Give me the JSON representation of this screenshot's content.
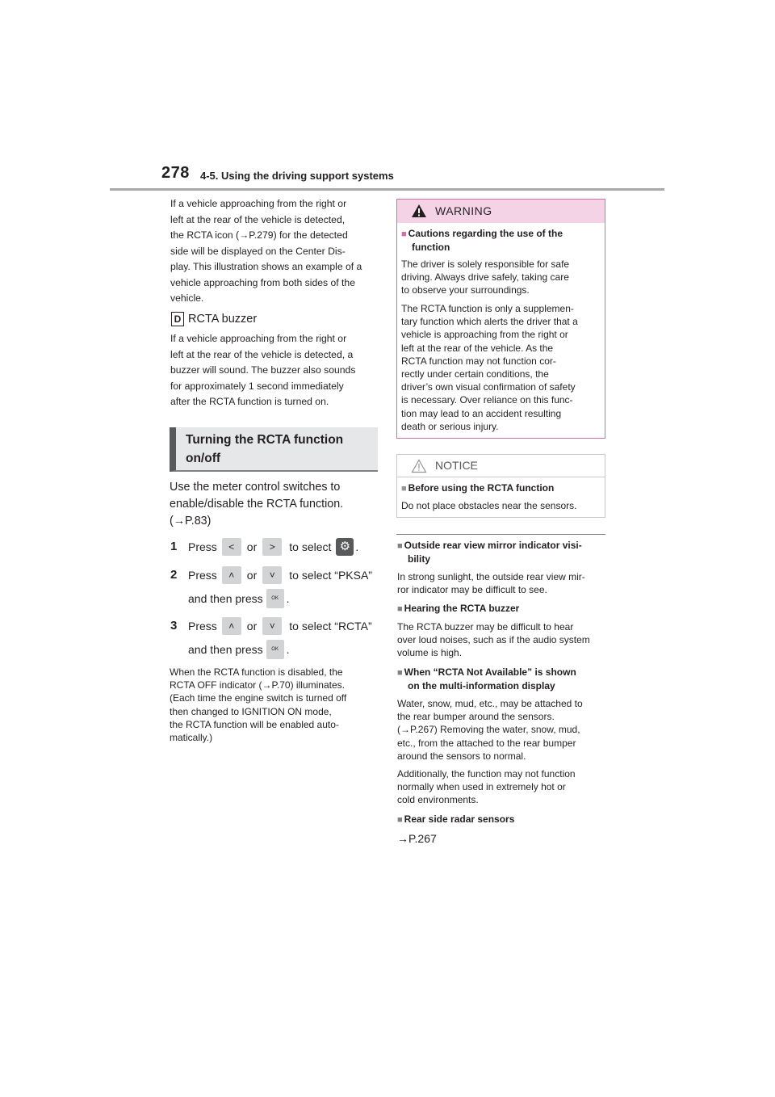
{
  "header": {
    "page_number": "278",
    "section_title": "4-5. Using the driving support systems"
  },
  "left": {
    "intro_lines": [
      "If a vehicle approaching from the right or",
      "left at the rear of the vehicle is detected,",
      "the RCTA icon (→P.279) for the detected",
      "side will be displayed on the Center Dis-",
      "play. This illustration shows an example of a",
      "vehicle approaching from both sides of the",
      "vehicle."
    ],
    "label_d": "D",
    "label_d_title": "RCTA buzzer",
    "buzzer_lines": [
      "If a vehicle approaching from the right or",
      "left at the rear of the vehicle is detected, a",
      "buzzer will sound. The buzzer also sounds",
      "for approximately 1 second immediately",
      "after the RCTA function is turned on."
    ],
    "heading_lines": [
      "Turning the RCTA function",
      "on/off"
    ],
    "use_lines": [
      "Use the meter control switches to",
      "enable/disable the RCTA function.",
      "(→P.83)"
    ],
    "steps": [
      {
        "num": "1",
        "press": "Press",
        "or": "or",
        "tail": "to select",
        "end": "."
      },
      {
        "num": "2",
        "press": "Press",
        "or": "or",
        "tail": "to select “PKSA”",
        "then": "and then press",
        "end": "."
      },
      {
        "num": "3",
        "press": "Press",
        "or": "or",
        "tail": "to select “RCTA”",
        "then": "and then press",
        "end": "."
      }
    ],
    "buttons": {
      "left": "<",
      "right": ">",
      "up": "˄",
      "down": "˅",
      "ok": "OK",
      "gear": "⚙"
    },
    "note_lines": [
      "When the RCTA function is disabled, the",
      "RCTA OFF indicator (→P.70) illuminates.",
      "(Each time the engine switch is turned off",
      "then changed to IGNITION ON mode,",
      "the RCTA function will be enabled auto-",
      "matically.)"
    ]
  },
  "warning": {
    "title": "WARNING",
    "icon": "warning-triangle-icon",
    "item_title_lines": [
      "Cautions regarding the use of the",
      "function"
    ],
    "para1_lines": [
      "The driver is solely responsible for safe",
      "driving. Always drive safely, taking care",
      "to observe your surroundings."
    ],
    "para2_lines": [
      "The RCTA function is only a supplemen-",
      "tary function which alerts the driver that a",
      "vehicle is approaching from the right or",
      "left at the rear of the vehicle. As the",
      "RCTA function may not function cor-",
      "rectly under certain conditions, the",
      "driver’s own visual confirmation of safety",
      "is necessary. Over reliance on this func-",
      "tion may lead to an accident resulting",
      "death or serious injury."
    ],
    "colors": {
      "border": "#d16fa8",
      "header": "#f5d3e6"
    }
  },
  "notice": {
    "title": "NOTICE",
    "icon": "caution-triangle-icon",
    "item_title": "Before using the RCTA function",
    "text": "Do not place obstacles near the sensors."
  },
  "info": {
    "square": "■",
    "s1_title_lines": [
      "Outside rear view mirror indicator visi-",
      "bility"
    ],
    "s1_lines": [
      "In strong sunlight, the outside rear view mir-",
      "ror indicator may be difficult to see."
    ],
    "s2_title": "Hearing the RCTA buzzer",
    "s2_lines": [
      "The RCTA buzzer may be difficult to hear",
      "over loud noises, such as if the audio system",
      "volume is high."
    ],
    "s3_title_lines": [
      "When “RCTA Not Available” is shown",
      "on the multi-information display"
    ],
    "s3_lines": [
      "Water, snow, mud, etc., may be attached to",
      "the rear bumper around the sensors.",
      "(→P.267) Removing the water, snow, mud,",
      "etc., from the attached to the rear bumper",
      "around the sensors to normal."
    ],
    "s3b_lines": [
      "Additionally, the function may not function",
      "normally when used in extremely hot or",
      "cold environments."
    ],
    "s4_title": "Rear side radar sensors",
    "s4_ref": "→P.267"
  }
}
